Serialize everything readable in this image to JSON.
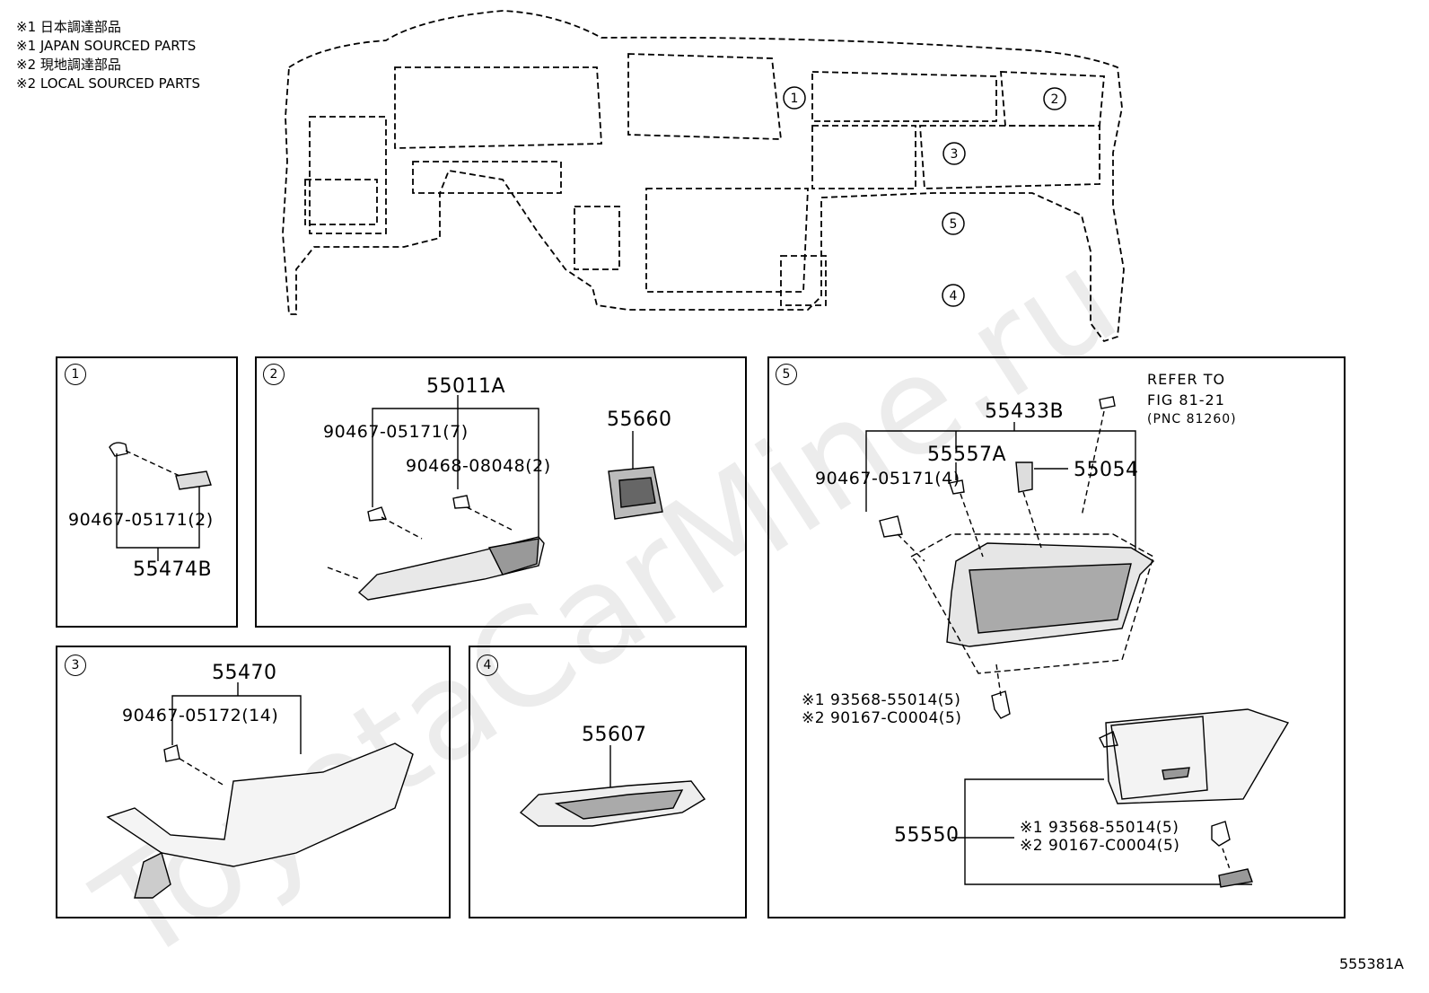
{
  "legend": [
    "※1 日本調達部品",
    "※1 JAPAN SOURCED PARTS",
    "※2 現地調達部品",
    "※2 LOCAL SOURCED PARTS"
  ],
  "overview_callouts": [
    "1",
    "2",
    "3",
    "5",
    "4"
  ],
  "panel1": {
    "num": "1",
    "parts": [
      "90467-05171(2)",
      "55474B"
    ]
  },
  "panel2": {
    "num": "2",
    "parts": [
      "55011A",
      "90467-05171(7)",
      "90468-08048(2)",
      "55660"
    ]
  },
  "panel3": {
    "num": "3",
    "parts": [
      "55470",
      "90467-05172(14)"
    ]
  },
  "panel4": {
    "num": "4",
    "parts": [
      "55607"
    ]
  },
  "panel5": {
    "num": "5",
    "refer": [
      "REFER TO",
      "FIG 81-21",
      "(PNC 81260)"
    ],
    "parts": [
      "55433B",
      "55557A",
      "55054",
      "90467-05171(4)",
      "55550"
    ],
    "screw1": [
      "※1 93568-55014(5)",
      "※2 90167-C0004(5)"
    ],
    "screw2": [
      "※1 93568-55014(5)",
      "※2 90167-C0004(5)"
    ]
  },
  "watermark": "ToyotaCarMine.ru",
  "footer": "555381A"
}
